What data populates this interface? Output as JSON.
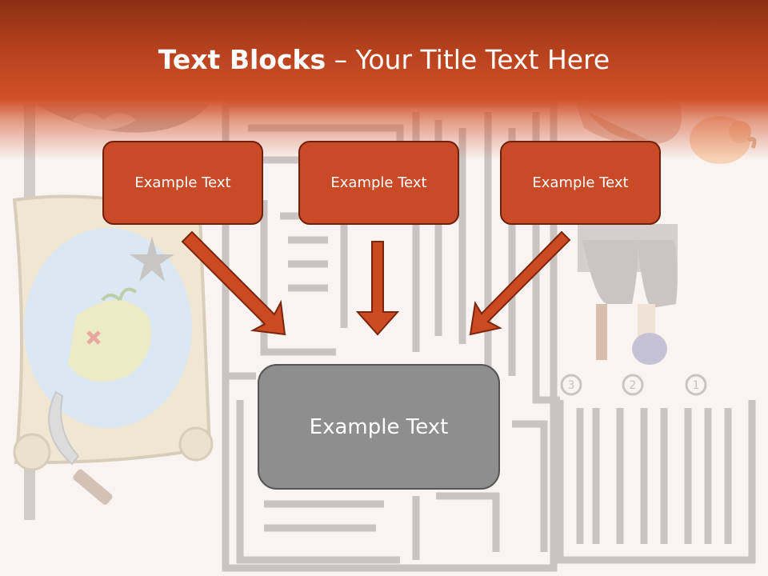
{
  "slide": {
    "title_bold": "Text Blocks",
    "title_rest": " – Your Title Text Here"
  },
  "boxes": [
    {
      "label": "Example Text"
    },
    {
      "label": "Example Text"
    },
    {
      "label": "Example Text"
    }
  ],
  "main_box": {
    "label": "Example Text"
  },
  "maze_numbers": [
    "3",
    "2",
    "1"
  ],
  "colors": {
    "header_dark": "#8c2f13",
    "header_accent": "#d0512a",
    "box_fill": "#c94a27",
    "box_border": "#6e200a",
    "main_box_fill": "#8e8e8e",
    "arrow_fill": "#cc4a22",
    "background": "#f9f4f2"
  },
  "icons": [
    "treasure-map-icon",
    "pirate-flag-icon",
    "pirate-icon",
    "parrot-icon",
    "maze-icon",
    "compass-icon",
    "sword-icon"
  ]
}
